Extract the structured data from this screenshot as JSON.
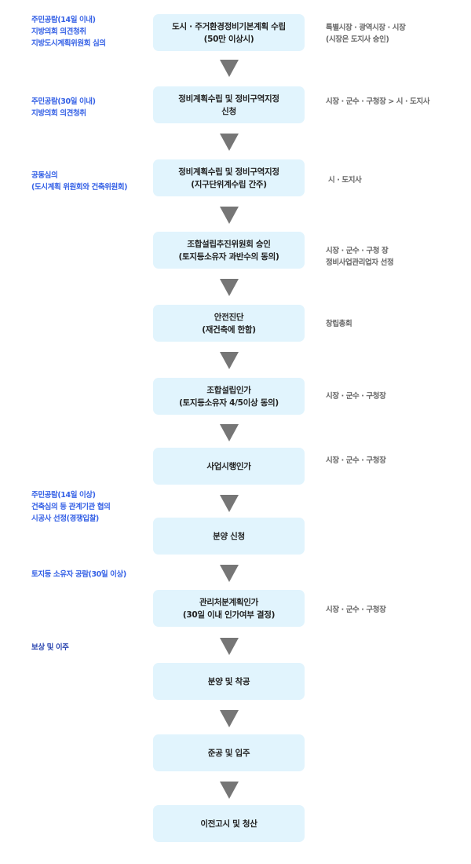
{
  "colors": {
    "step_box_fill": "#e1f4fd",
    "step_text": "#222222",
    "arrow": "#767676",
    "left_note_text": "#3561e6",
    "right_note_text": "#666666"
  },
  "steps": [
    {
      "lines": [
        "도시 · 주거환경정비기본계획 수립",
        "(50만 이상시)"
      ]
    },
    {
      "lines": [
        "정비계획수립 및 정비구역지정",
        "신청"
      ]
    },
    {
      "lines": [
        "정비계획수립 및 정비구역지정",
        "(지구단위계수립 간주)"
      ]
    },
    {
      "lines": [
        "조합설립추진위원회 승인",
        "(토지등소유자 과반수의 동의)"
      ]
    },
    {
      "lines": [
        "안전진단",
        "(재건축에  한함)"
      ]
    },
    {
      "lines": [
        "조합설립인가",
        "(토지등소유자 4/5이상 동의)"
      ]
    },
    {
      "lines": [
        "사업시행인가"
      ]
    },
    {
      "lines": [
        "분양 신청"
      ]
    },
    {
      "lines": [
        "관리처분계획인가",
        "(30일 이내 인가여부 결정)"
      ]
    },
    {
      "lines": [
        "분양 및 착공"
      ]
    },
    {
      "lines": [
        "준공 및 입주"
      ]
    },
    {
      "lines": [
        "이전고시 및 청산"
      ]
    }
  ],
  "left_notes": [
    {
      "lines": [
        "주민공람(14일 이내)",
        "지방의회 의견청취",
        "지방도시계획위원회 심의"
      ]
    },
    {
      "lines": [
        "주민공람(30일 이내)",
        "지방의회 의견청취"
      ]
    },
    {
      "lines": [
        "공동심의",
        "(도시계획 위원회와 건축위원회)"
      ]
    },
    {
      "lines": [
        "주민공람(14일 이상)",
        "건축심의 등 관계기관 협의",
        "시공사 선정(경쟁입찰)"
      ]
    },
    {
      "lines": [
        "토지등 소유자 공람(30일 이상)"
      ]
    },
    {
      "lines": [
        "보상 및 이주"
      ]
    }
  ],
  "right_notes": [
    {
      "lines": [
        "특별시장 · 광역시장 · 시장",
        "(시장은 도지사 승인)"
      ]
    },
    {
      "lines": [
        "시장 · 군수 · 구청장  >  시 · 도지사"
      ]
    },
    {
      "lines": [
        "시 · 도지사"
      ]
    },
    {
      "lines": [
        "시장 · 군수 · 구청 장",
        "정비사업관리업자 선정"
      ]
    },
    {
      "lines": [
        "창립총회"
      ]
    },
    {
      "lines": [
        "시장 · 군수 · 구청장"
      ]
    },
    {
      "lines": [
        "시장 · 군수 · 구청장"
      ]
    },
    {
      "lines": [
        "시장 · 군수 · 구청장"
      ]
    }
  ]
}
